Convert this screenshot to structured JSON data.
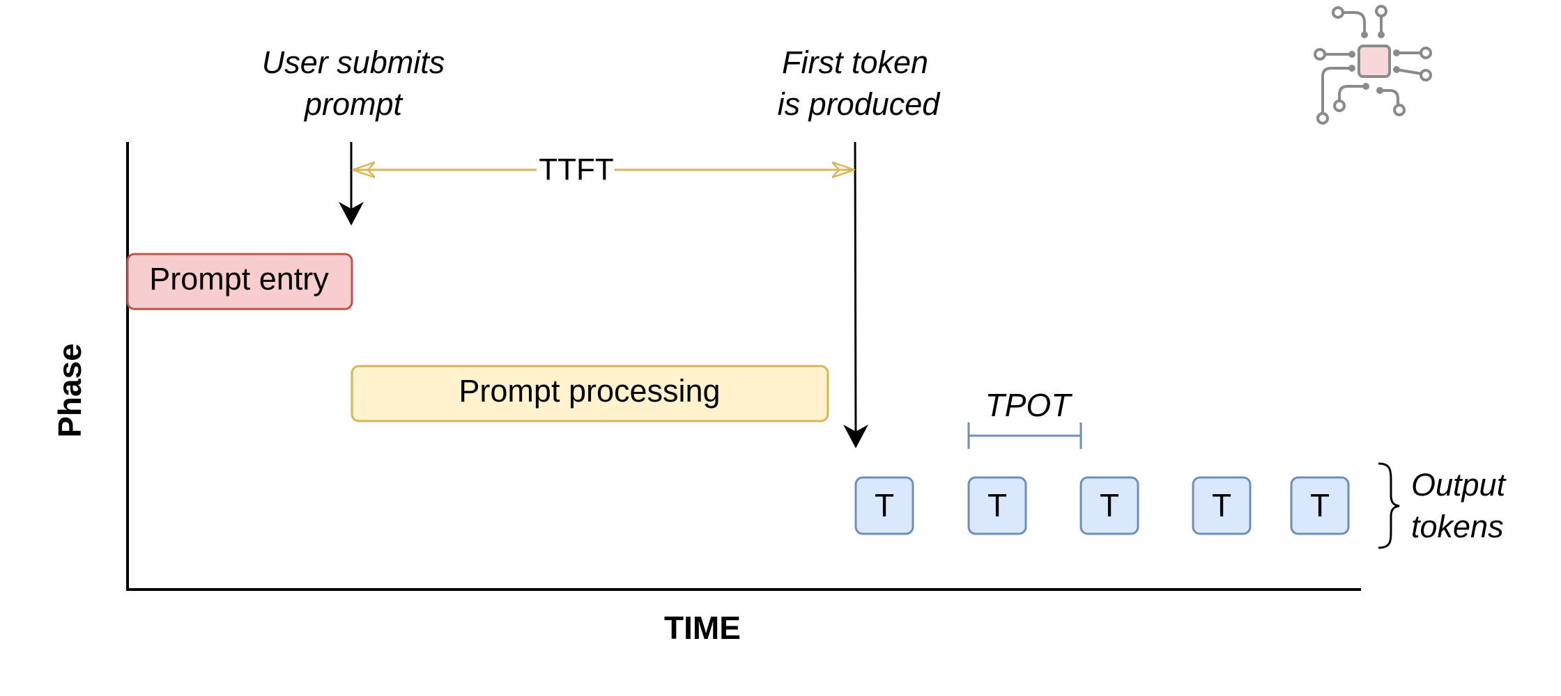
{
  "annotations": {
    "user_submits": [
      "User submits",
      "prompt"
    ],
    "first_token": [
      "First token",
      "is produced"
    ]
  },
  "ttft_label": "TTFT",
  "tpot_label": "TPOT",
  "phases": {
    "prompt_entry": "Prompt entry",
    "prompt_processing": "Prompt processing"
  },
  "token_label": "T",
  "token_count": 5,
  "output_tokens_label": [
    "Output",
    "tokens"
  ],
  "axes": {
    "x_label": "TIME",
    "y_label": "Phase"
  },
  "colors": {
    "prompt_entry_fill": "#f8cecc",
    "prompt_entry_stroke": "#b85450",
    "prompt_processing_fill": "#fff2cc",
    "prompt_processing_stroke": "#d6b656",
    "token_fill": "#dae8fc",
    "token_stroke": "#6c8ebf",
    "ttft_arrow": "#d6b656",
    "tpot_bracket": "#6c8ebf",
    "axis": "#000000",
    "logo_gray": "#8a8a8a",
    "logo_chip_fill": "#f8d7da"
  },
  "icons": {
    "logo": "circuit-chip-icon"
  }
}
